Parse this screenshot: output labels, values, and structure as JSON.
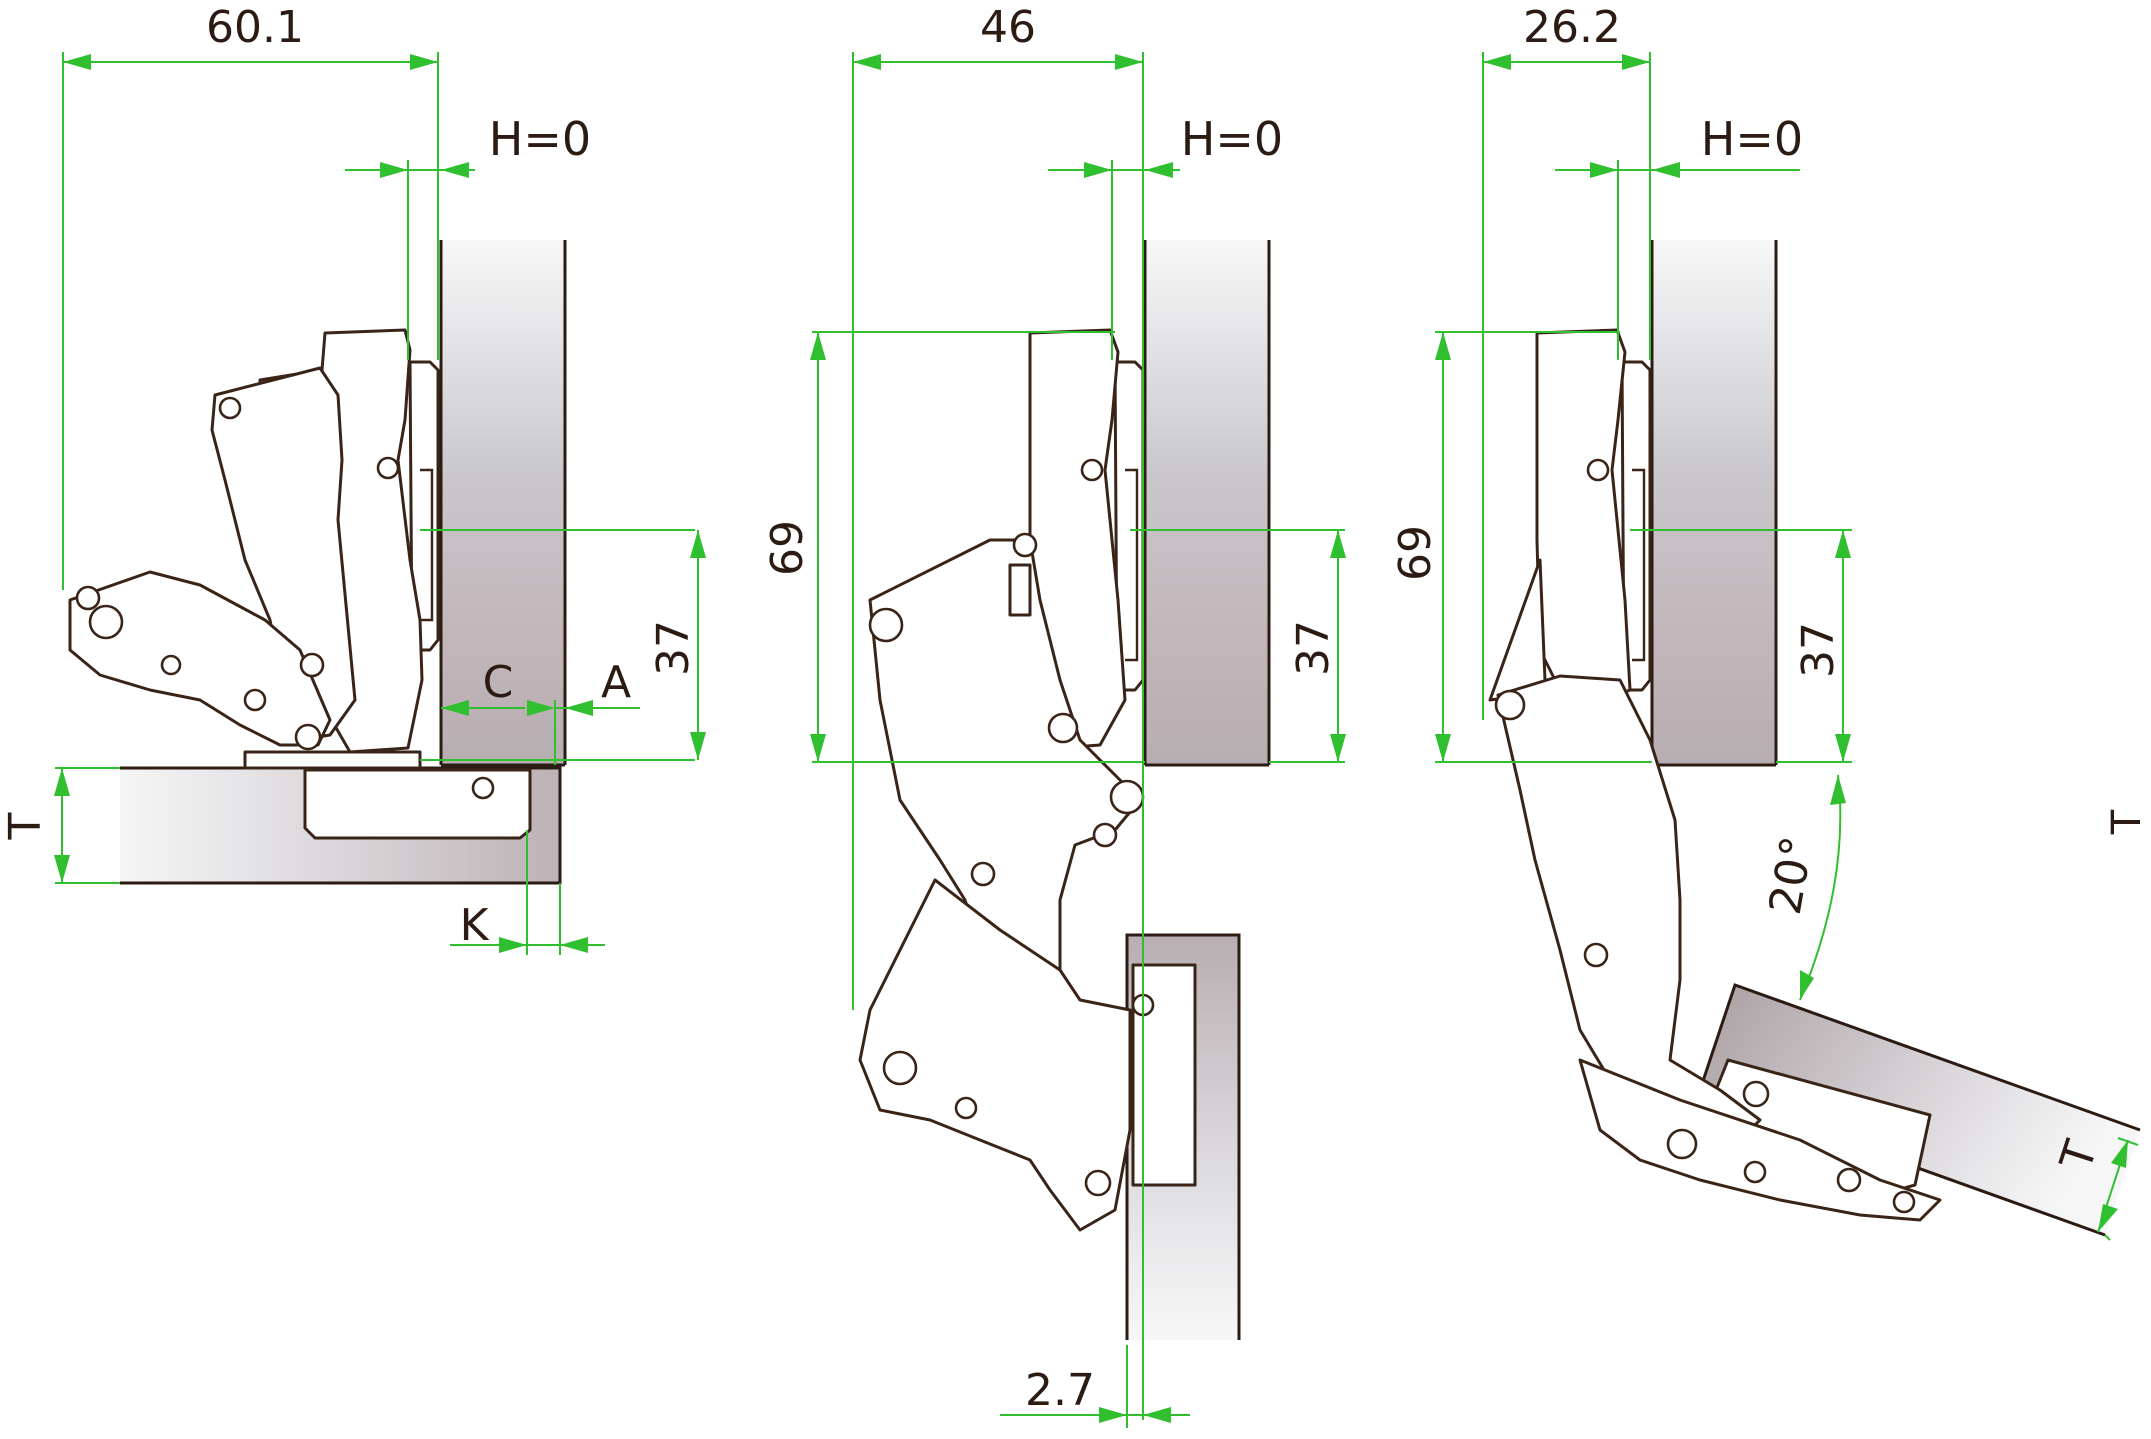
{
  "colors": {
    "dimension": "#2fbf2f",
    "outline": "#3a2418",
    "panel_light": "#f2f2f4",
    "panel_dark": "#b8aeb2"
  },
  "views": [
    {
      "labels": {
        "width": "60.1",
        "overlay": "H=0",
        "c": "C",
        "a": "A",
        "drill": "37",
        "thickness": "T",
        "k": "K"
      }
    },
    {
      "labels": {
        "width": "46",
        "overlay": "H=0",
        "height": "69",
        "drill": "37",
        "gap": "2.7"
      }
    },
    {
      "labels": {
        "width": "26.2",
        "overlay": "H=0",
        "height": "69",
        "drill": "37",
        "angle": "20°",
        "thickness": "T",
        "edge_mark": "T"
      }
    }
  ]
}
